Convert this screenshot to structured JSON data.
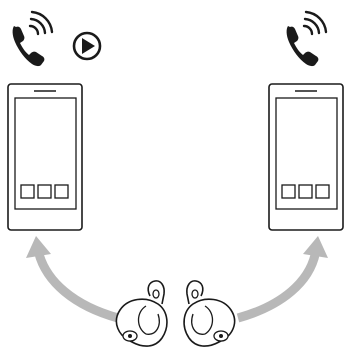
{
  "colors": {
    "line": "#1a1a1a",
    "arrow": "#b8b8b8",
    "background": "#ffffff"
  },
  "left_phone": {
    "icons": [
      "phone-call-icon",
      "play-icon"
    ],
    "app_tiles": 3
  },
  "right_phone": {
    "icons": [
      "phone-call-icon"
    ],
    "app_tiles": 3
  },
  "earbuds": {
    "count": 2,
    "icon": "earbud-icon"
  },
  "arrows": [
    "curved-arrow-left",
    "curved-arrow-right"
  ]
}
